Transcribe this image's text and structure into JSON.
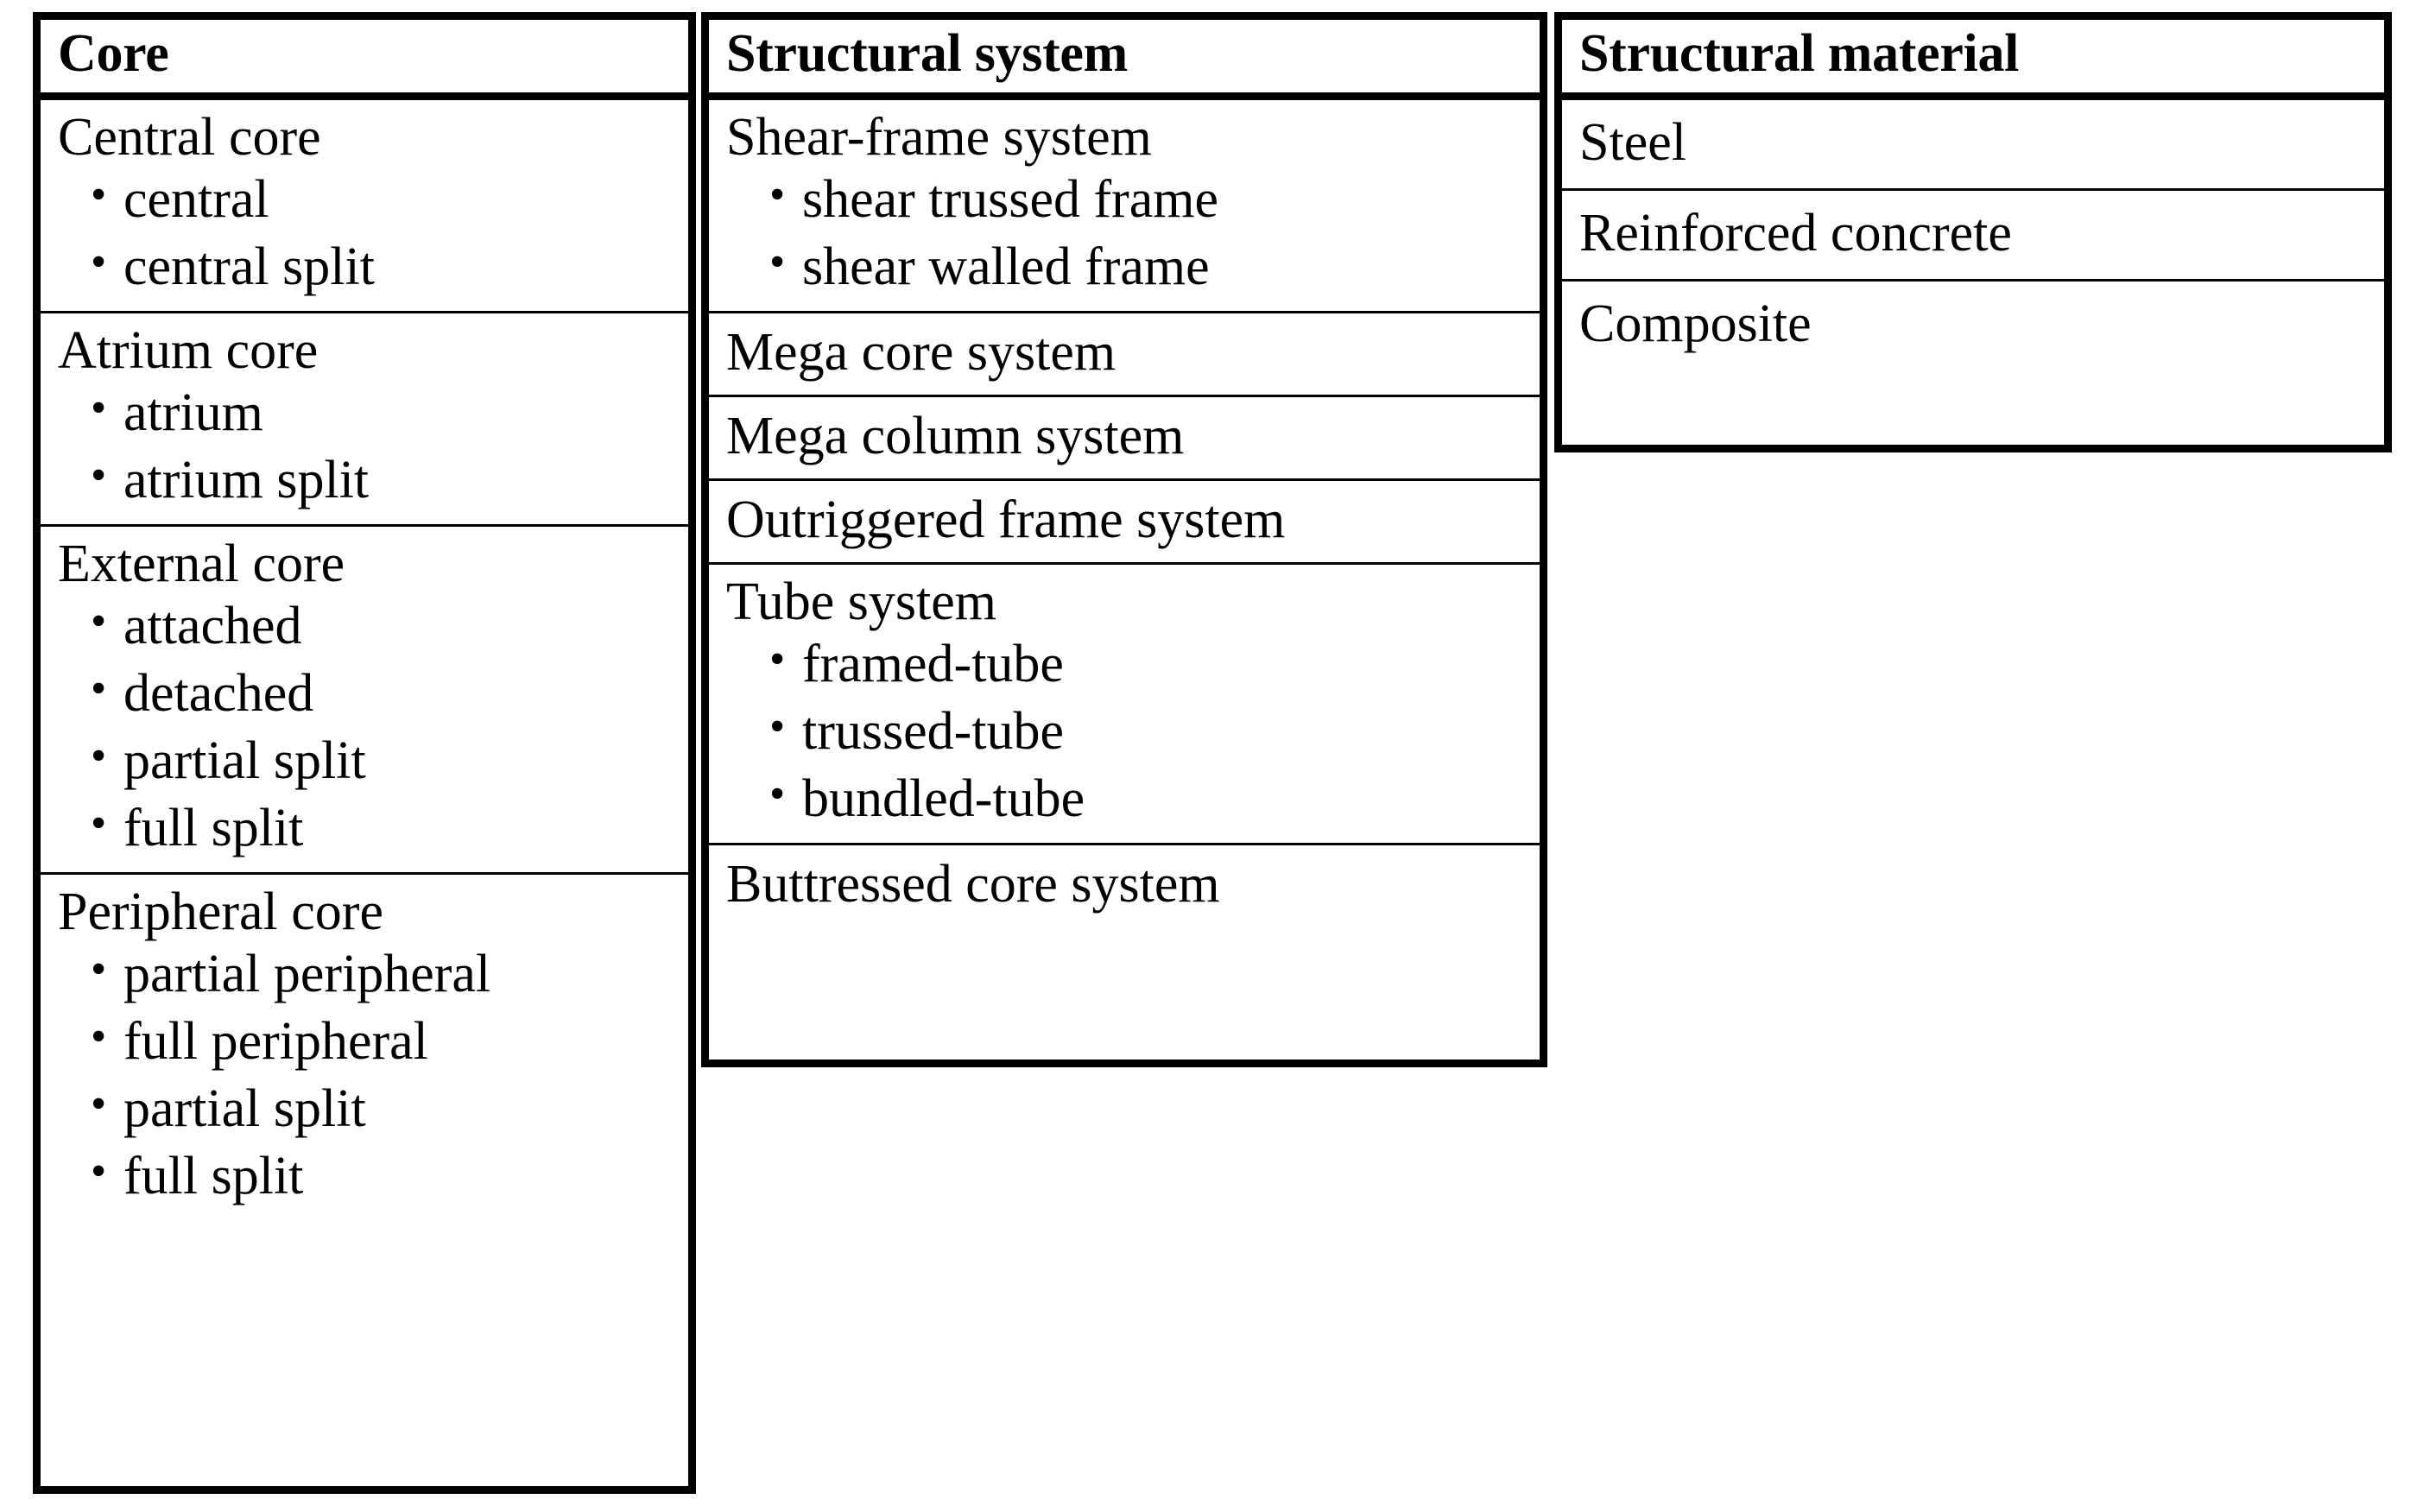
{
  "table": {
    "columns": [
      {
        "id": "core",
        "header": "Core",
        "groups": [
          {
            "title": "Central core",
            "items": [
              "central",
              "central split"
            ]
          },
          {
            "title": "Atrium core",
            "items": [
              "atrium",
              "atrium split"
            ]
          },
          {
            "title": "External core",
            "items": [
              "attached",
              "detached",
              "partial split",
              "full split"
            ]
          },
          {
            "title": "Peripheral core",
            "items": [
              "partial peripheral",
              "full peripheral",
              "partial split",
              "full split"
            ]
          }
        ]
      },
      {
        "id": "structural-system",
        "header": "Structural system",
        "groups": [
          {
            "title": "Shear-frame system",
            "items": [
              "shear trussed frame",
              "shear walled frame"
            ]
          },
          {
            "title": "Mega core system",
            "items": []
          },
          {
            "title": "Mega column system",
            "items": []
          },
          {
            "title": "Outriggered frame system",
            "items": []
          },
          {
            "title": "Tube system",
            "items": [
              "framed-tube",
              "trussed-tube",
              "bundled-tube"
            ]
          },
          {
            "title": "Buttressed core system",
            "items": []
          }
        ]
      },
      {
        "id": "structural-material",
        "header": "Structural material",
        "groups": [
          {
            "title": "Steel",
            "items": []
          },
          {
            "title": "Reinforced concrete",
            "items": []
          },
          {
            "title": "Composite",
            "items": []
          }
        ]
      }
    ]
  },
  "style": {
    "border_color": "#000000",
    "background": "#ffffff",
    "text_color": "#000000",
    "bullet_glyph": "•"
  }
}
